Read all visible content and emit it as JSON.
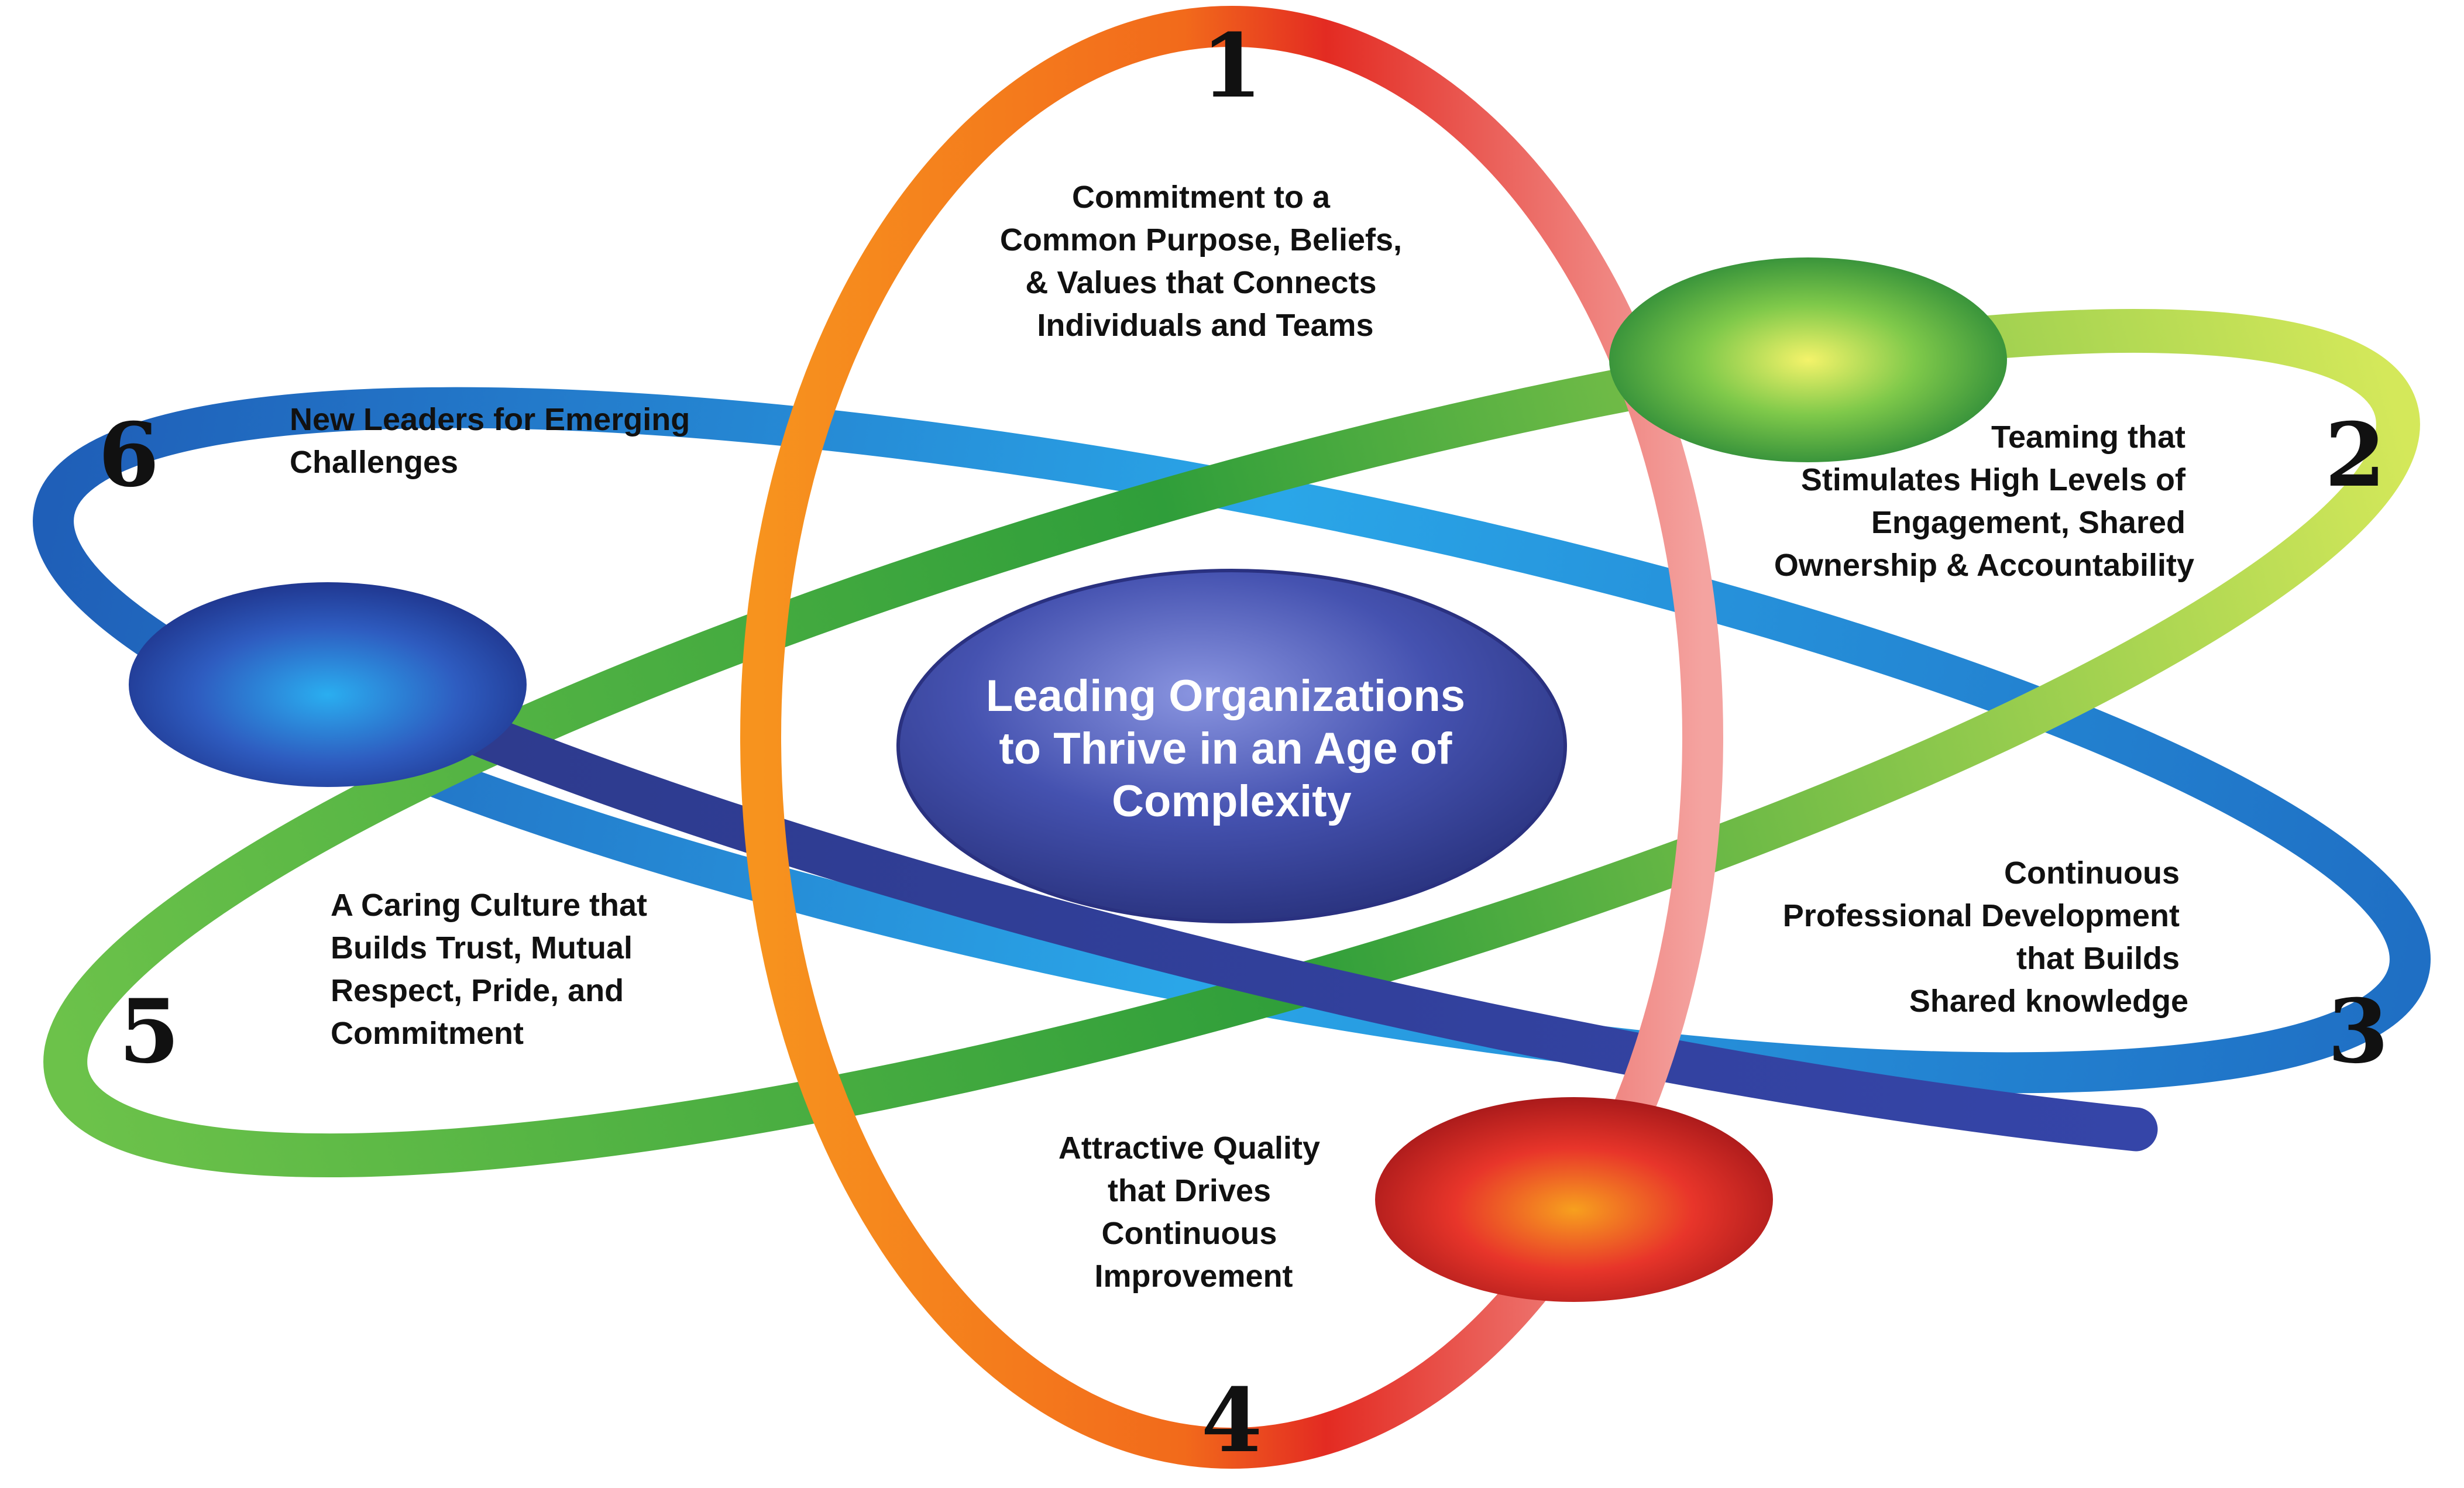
{
  "center": {
    "lines": [
      "Leading Organizations",
      "to Thrive in an Age of",
      "Complexity"
    ]
  },
  "elements": [
    {
      "number": "1",
      "lines": [
        "Commitment to a",
        "Common Purpose, Beliefs,",
        "& Values that Connects",
        "Individuals and Teams"
      ],
      "color": "#e8352a"
    },
    {
      "number": "2",
      "lines": [
        "Teaming that",
        "Stimulates High Levels of",
        "Engagement, Shared",
        "Ownership & Accountability"
      ],
      "color": "#3aa53a"
    },
    {
      "number": "3",
      "lines": [
        "Continuous",
        "Professional Development",
        "that Builds",
        "Shared knowledge"
      ],
      "color": "#1e7fcf"
    },
    {
      "number": "4",
      "lines": [
        "Attractive Quality",
        "that Drives",
        "Continuous",
        "Improvement"
      ],
      "color": "#e8352a"
    },
    {
      "number": "5",
      "lines": [
        "A Caring Culture that",
        "Builds Trust, Mutual",
        "Respect, Pride, and",
        "Commitment"
      ],
      "color": "#3aa53a"
    },
    {
      "number": "6",
      "lines": [
        "New Leaders for Emerging",
        "Challenges"
      ],
      "color": "#1e5fb8"
    }
  ],
  "colors": {
    "ring_orange": "#f26a1b",
    "ring_red": "#e32b22",
    "ring_green": "#2f9e3a",
    "ring_yellow_green": "#c9e34b",
    "ring_blue": "#1f6fc4",
    "ring_navy": "#2a3b9a",
    "center_blue": "#3f4aa8"
  }
}
